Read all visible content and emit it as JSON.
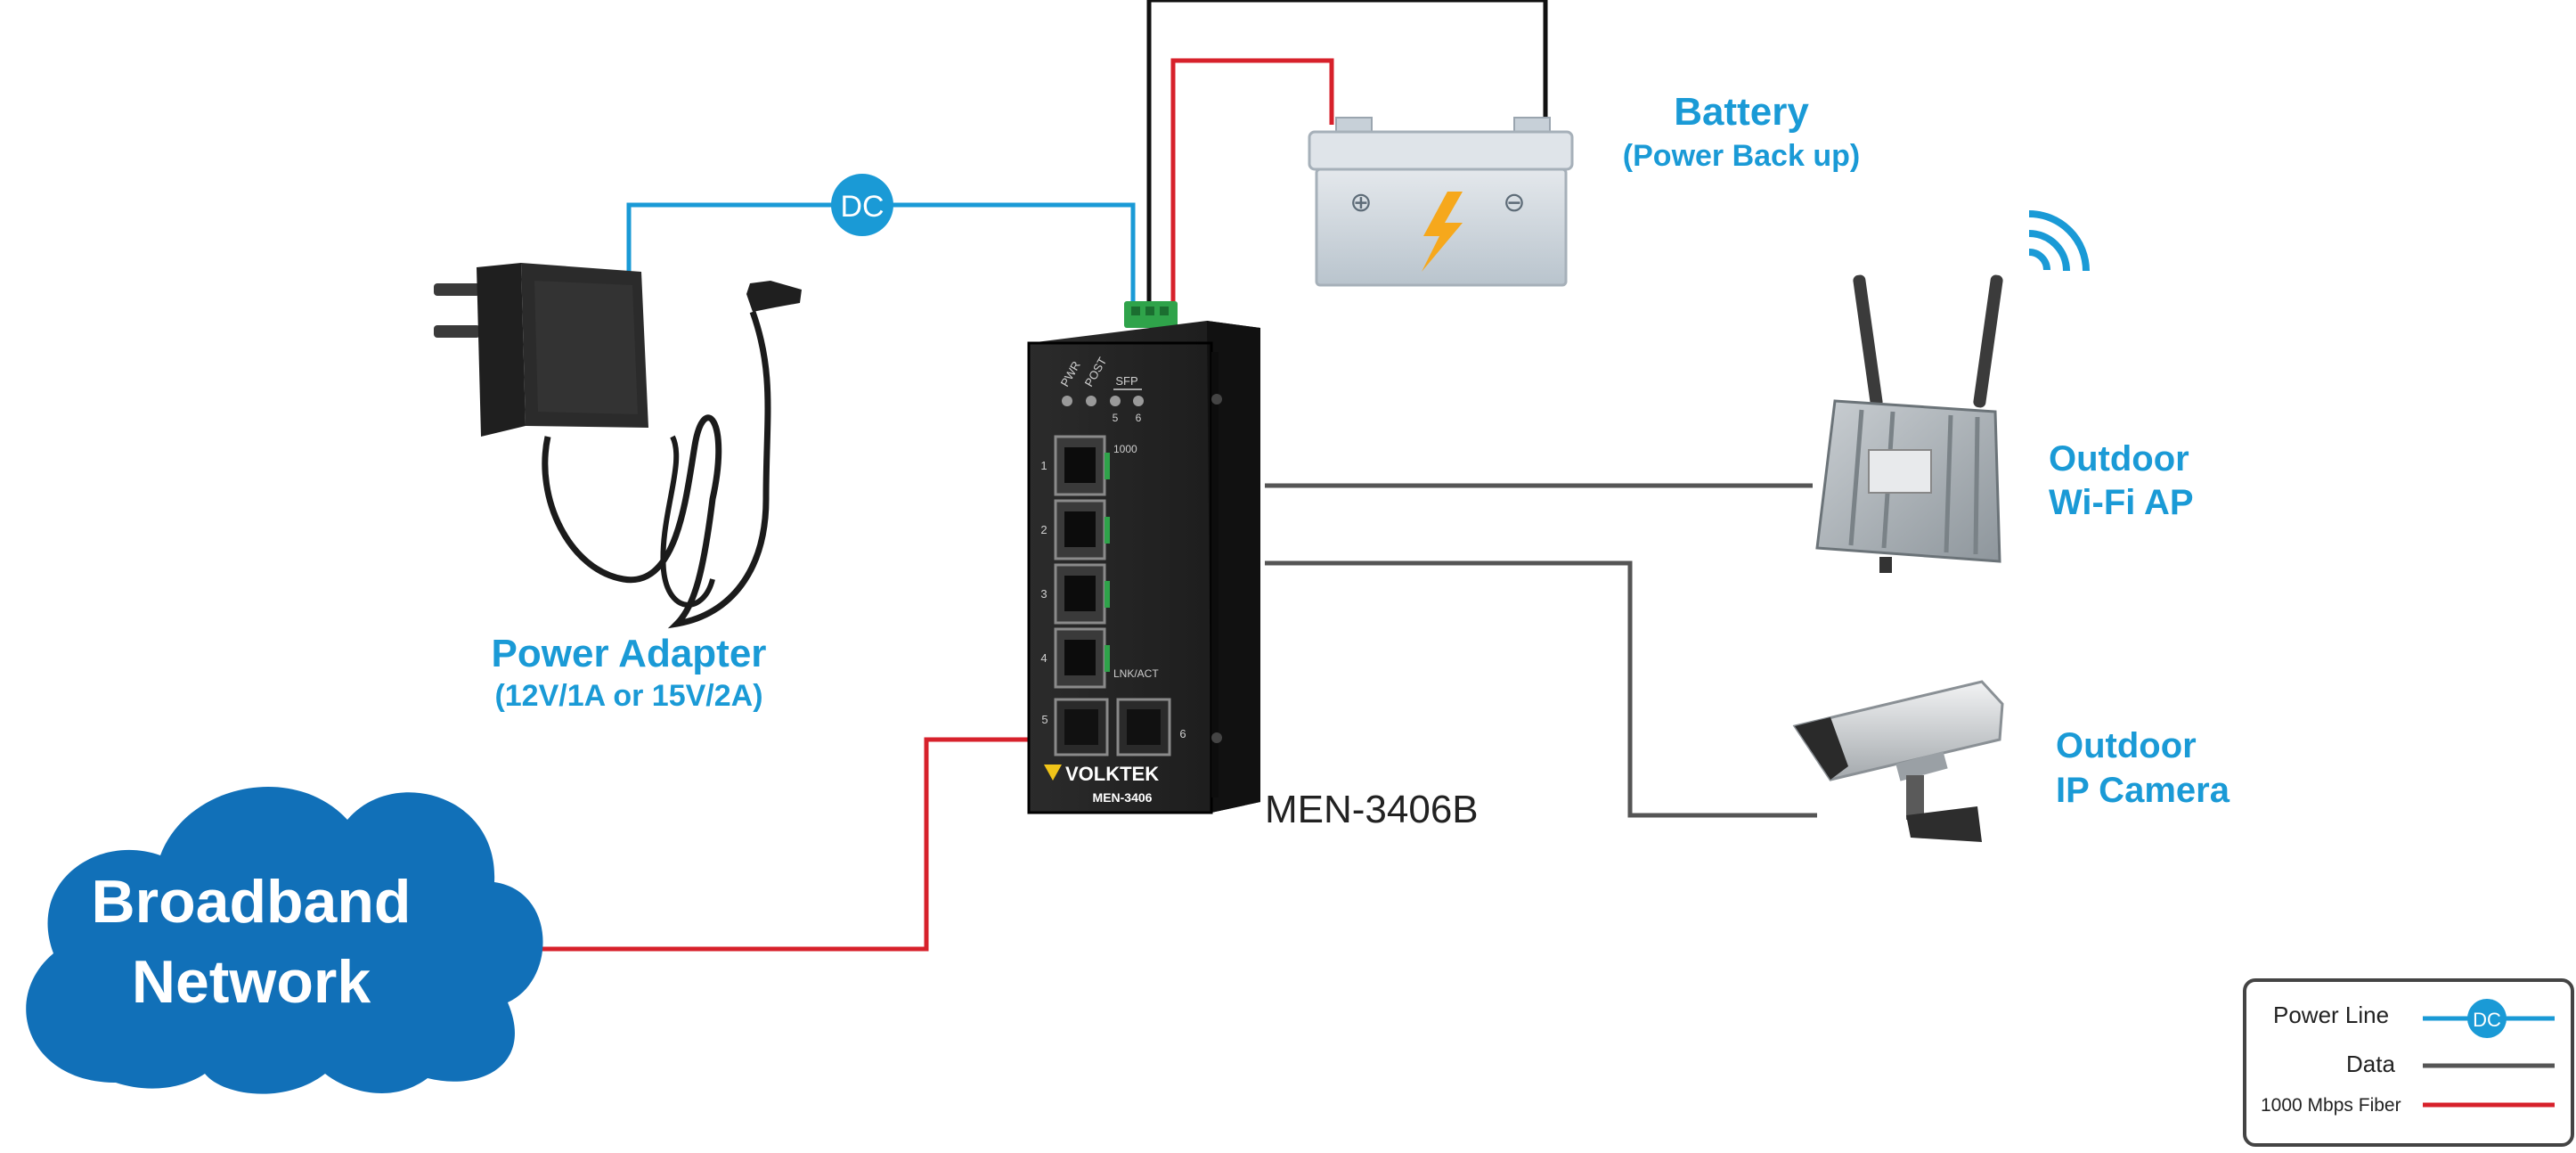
{
  "battery": {
    "title": "Battery",
    "subtitle": "(Power Back up)",
    "plus": "⊕",
    "minus": "⊖"
  },
  "adapter": {
    "title": "Power Adapter",
    "subtitle": "(12V/1A or 15V/2A)"
  },
  "dc_badge": "DC",
  "cloud": {
    "line1": "Broadband",
    "line2": "Network"
  },
  "switch": {
    "model_caption": "MEN-3406B",
    "brand": "VOLKTEK",
    "model_small": "MEN-3406",
    "led_labels": [
      "PWR",
      "POST"
    ],
    "sfp_label": "SFP",
    "sfp_led_nums": [
      "5",
      "6"
    ],
    "speed_label": "1000",
    "port_nums": [
      "1",
      "2",
      "3",
      "4"
    ],
    "lnk_label": "LNK/ACT",
    "sfp_port_nums": [
      "5",
      "6"
    ]
  },
  "wifi_ap": {
    "line1": "Outdoor",
    "line2": "Wi-Fi AP"
  },
  "ip_camera": {
    "line1": "Outdoor",
    "line2": "IP Camera"
  },
  "legend": {
    "items": [
      {
        "label": "Power Line",
        "color": "#1a9ad6",
        "badge": "DC"
      },
      {
        "label": "Data",
        "color": "#555555"
      },
      {
        "label": "1000 Mbps Fiber",
        "color": "#d7212b"
      }
    ]
  },
  "colors": {
    "power": "#1a9ad6",
    "data": "#555555",
    "fiber": "#d7212b",
    "cloud": "#1170b8"
  }
}
